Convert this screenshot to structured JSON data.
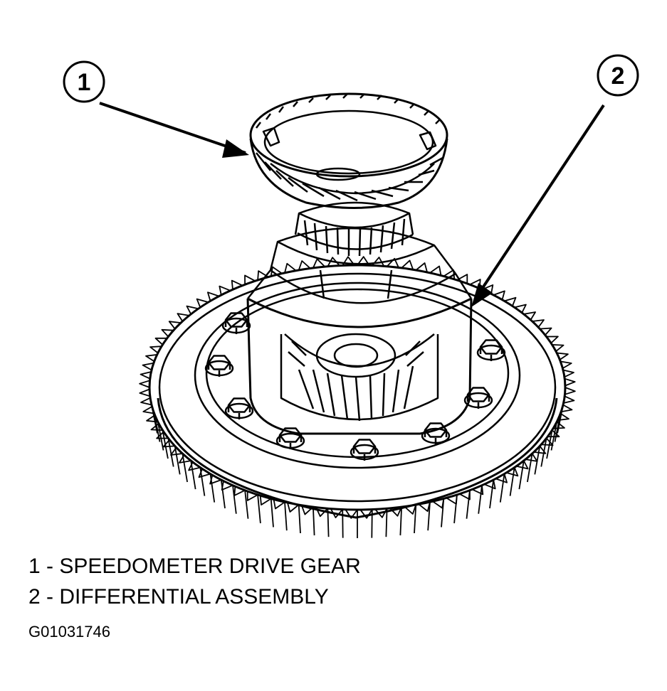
{
  "callouts": [
    {
      "number": "1"
    },
    {
      "number": "2"
    }
  ],
  "legend": [
    {
      "text": "1 - SPEEDOMETER DRIVE GEAR"
    },
    {
      "text": "2 - DIFFERENTIAL ASSEMBLY"
    }
  ],
  "figure_id": "G01031746"
}
